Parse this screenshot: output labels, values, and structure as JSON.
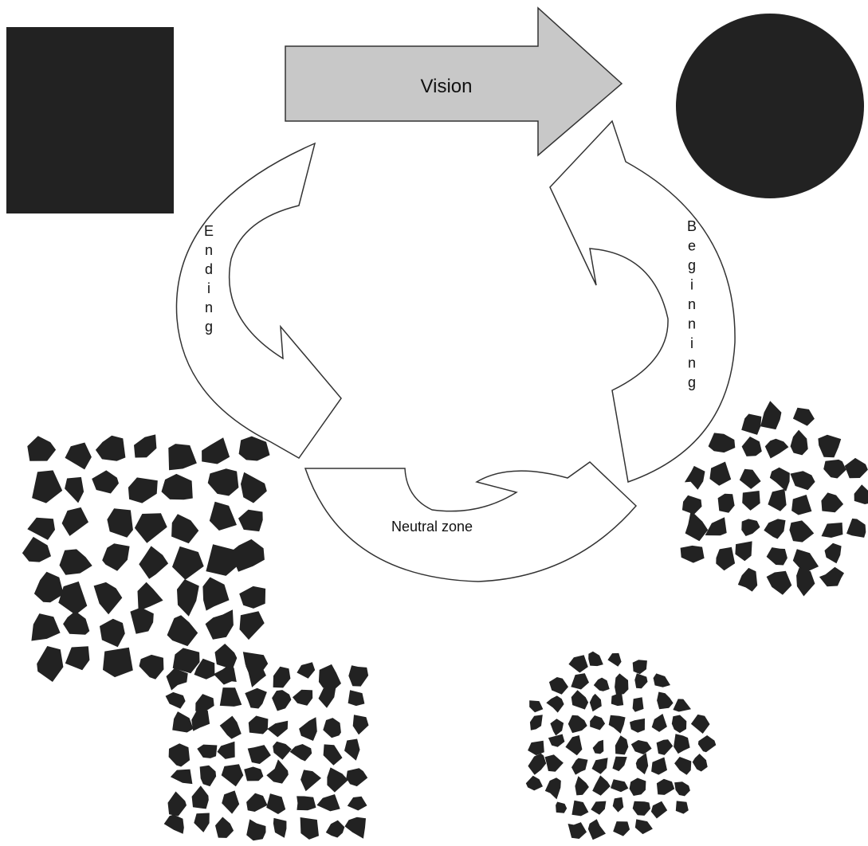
{
  "diagram": {
    "vision_label": "Vision",
    "ending_label": "Ending",
    "beginning_label": "Beginning",
    "neutral_label": "Neutral zone",
    "colors": {
      "solid": "#222222",
      "arrow_fill": "#c8c8c8",
      "outline": "#333333",
      "background": "#ffffff"
    },
    "shapes": [
      "solid-square",
      "solid-circle",
      "fragmented-square-large",
      "fragmented-square-small",
      "fragmented-circle-large",
      "fragmented-circle-small"
    ]
  }
}
